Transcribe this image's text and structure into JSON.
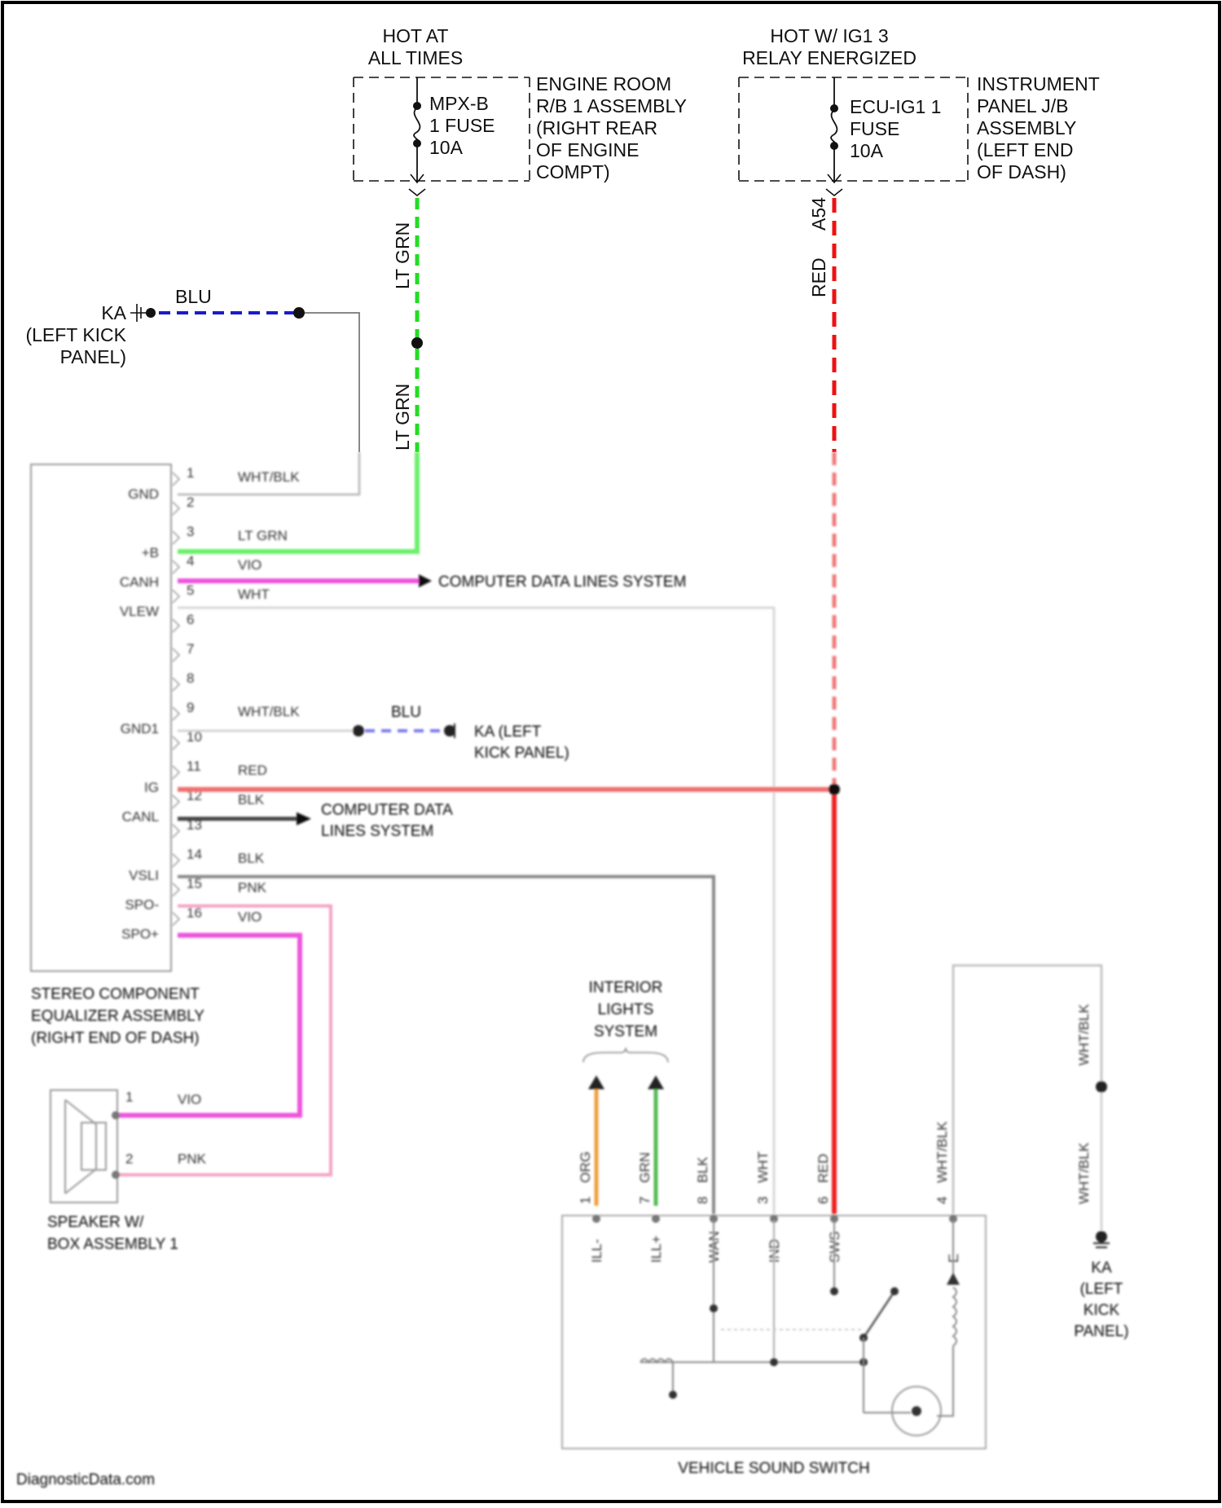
{
  "top_left_source": {
    "title_lines": [
      "HOT AT",
      "ALL TIMES"
    ],
    "fuse_lines": [
      "MPX-B",
      "1 FUSE",
      "10A"
    ],
    "box_lines": [
      "ENGINE ROOM",
      "R/B 1 ASSEMBLY",
      "(RIGHT REAR",
      "OF ENGINE",
      "COMPT)"
    ],
    "wire_upper": "LT GRN",
    "wire_lower": "LT GRN"
  },
  "top_right_source": {
    "title_lines": [
      "HOT W/ IG1 3",
      "RELAY ENERGIZED"
    ],
    "fuse_lines": [
      "ECU-IG1 1",
      "FUSE",
      "10A"
    ],
    "box_lines": [
      "INSTRUMENT",
      "PANEL J/B",
      "ASSEMBLY",
      "(LEFT END",
      "OF DASH)"
    ],
    "connector": "A54",
    "wire": "RED"
  },
  "ground_top": {
    "name": "KA",
    "location_lines": [
      "(LEFT KICK",
      "PANEL)"
    ],
    "wire": "BLU"
  },
  "equalizer": {
    "pins": [
      {
        "num": "1",
        "term": "GND",
        "wire": "WHT/BLK"
      },
      {
        "num": "2",
        "term": "",
        "wire": ""
      },
      {
        "num": "3",
        "term": "+B",
        "wire": "LT GRN"
      },
      {
        "num": "4",
        "term": "CANH",
        "wire": "VIO"
      },
      {
        "num": "5",
        "term": "VLEW",
        "wire": "WHT"
      },
      {
        "num": "6",
        "term": "",
        "wire": ""
      },
      {
        "num": "7",
        "term": "",
        "wire": ""
      },
      {
        "num": "8",
        "term": "",
        "wire": ""
      },
      {
        "num": "9",
        "term": "GND1",
        "wire": "WHT/BLK"
      },
      {
        "num": "10",
        "term": "",
        "wire": ""
      },
      {
        "num": "11",
        "term": "IG",
        "wire": "RED"
      },
      {
        "num": "12",
        "term": "CANL",
        "wire": "BLK"
      },
      {
        "num": "13",
        "term": "",
        "wire": ""
      },
      {
        "num": "14",
        "term": "VSLI",
        "wire": "BLK"
      },
      {
        "num": "15",
        "term": "SPO-",
        "wire": "PNK"
      },
      {
        "num": "16",
        "term": "SPO+",
        "wire": "VIO"
      }
    ],
    "name_lines": [
      "STEREO COMPONENT",
      "EQUALIZER ASSEMBLY",
      "(RIGHT END OF DASH)"
    ],
    "can_h_dest": "COMPUTER DATA LINES SYSTEM",
    "can_l_dest_lines": [
      "COMPUTER DATA",
      "LINES SYSTEM"
    ],
    "gnd1_ground_wire": "BLU",
    "gnd1_ground_lines": [
      "KA (LEFT",
      "KICK PANEL)"
    ]
  },
  "speaker": {
    "pins": [
      {
        "num": "1",
        "wire": "VIO"
      },
      {
        "num": "2",
        "wire": "PNK"
      }
    ],
    "name_lines": [
      "SPEAKER W/",
      "BOX ASSEMBLY 1"
    ]
  },
  "interior_lights": {
    "label_lines": [
      "INTERIOR",
      "LIGHTS",
      "SYSTEM"
    ]
  },
  "switch": {
    "name": "VEHICLE SOUND SWITCH",
    "pins": [
      {
        "num": "1",
        "wire": "ORG",
        "term": "ILL-"
      },
      {
        "num": "7",
        "wire": "GRN",
        "term": "ILL+"
      },
      {
        "num": "8",
        "wire": "BLK",
        "term": "WAN"
      },
      {
        "num": "3",
        "wire": "WHT",
        "term": "IND"
      },
      {
        "num": "6",
        "wire": "RED",
        "term": "SWS"
      },
      {
        "num": "4",
        "wire": "WHT/BLK",
        "term": "E"
      }
    ]
  },
  "ground_right": {
    "wire_upper": "WHT/BLK",
    "wire_lower": "WHT/BLK",
    "name_lines": [
      "KA",
      "(LEFT",
      "KICK",
      "PANEL)"
    ]
  },
  "watermark": "DiagnosticData.com",
  "colors": {
    "lt_grn": "#22dd22",
    "red": "#ee1111",
    "blu": "#1a1acc",
    "vio": "#ee55dd",
    "pnk": "#f4a3c4",
    "org": "#f0a040",
    "grn": "#55bb55",
    "wht": "#cfcfcf",
    "blk": "#333333",
    "whtblk": "#bdbdbd"
  }
}
